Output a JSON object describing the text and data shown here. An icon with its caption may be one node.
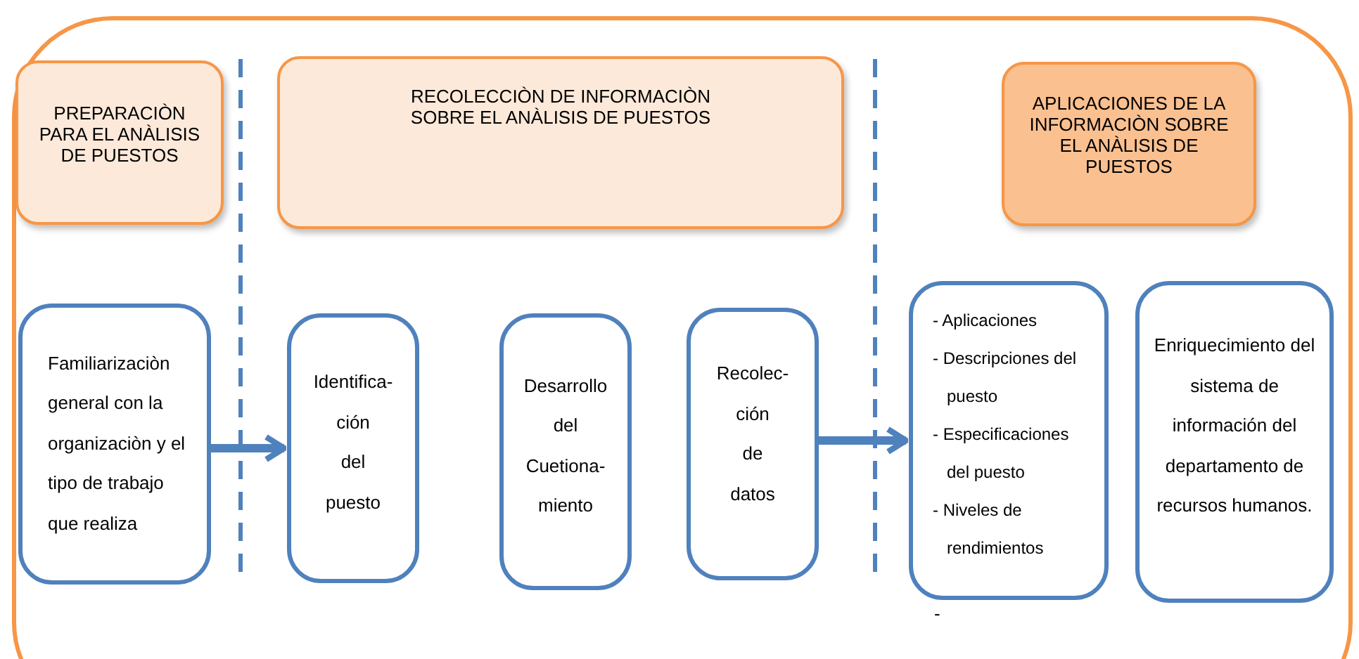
{
  "diagram": {
    "nodes": [
      {
        "text": [
          "PREPARACIÒN PARA EL ANÀLISIS DE PUESTOS"
        ]
      },
      {
        "text": [
          "RECOLECCIÒN DE INFORMACIÒN SOBRE EL ANÀLISIS DE PUESTOS"
        ]
      },
      {
        "text": [
          "APLICACIONES DE LA INFORMACIÒN SOBRE EL ANÀLISIS DE PUESTOS"
        ]
      },
      {
        "text": [
          "Familiarizaciòn general con la organizaciòn y el tipo de trabajo que realiza"
        ]
      },
      {
        "text": [
          "Identifica- ción del puesto"
        ]
      },
      {
        "text": [
          "Desarrollo del Cuetiona- miento"
        ]
      },
      {
        "text": [
          "Recolec- ción de datos"
        ]
      },
      {
        "text": [
          "- Aplicaciones",
          "- Descripciones del puesto",
          "- Especificaciones del puesto",
          "- Niveles de rendimientos"
        ]
      },
      {
        "text": [
          "Enriquecimiento del sistema de información del departamento de recursos humanos."
        ]
      }
    ],
    "edges": [
      {
        "from": 3,
        "to": 4,
        "arrow": "to",
        "color": "#4f81bd"
      },
      {
        "from": 6,
        "to": 7,
        "arrow": "to",
        "color": "#4f81bd"
      }
    ],
    "labels": [
      "-"
    ]
  }
}
